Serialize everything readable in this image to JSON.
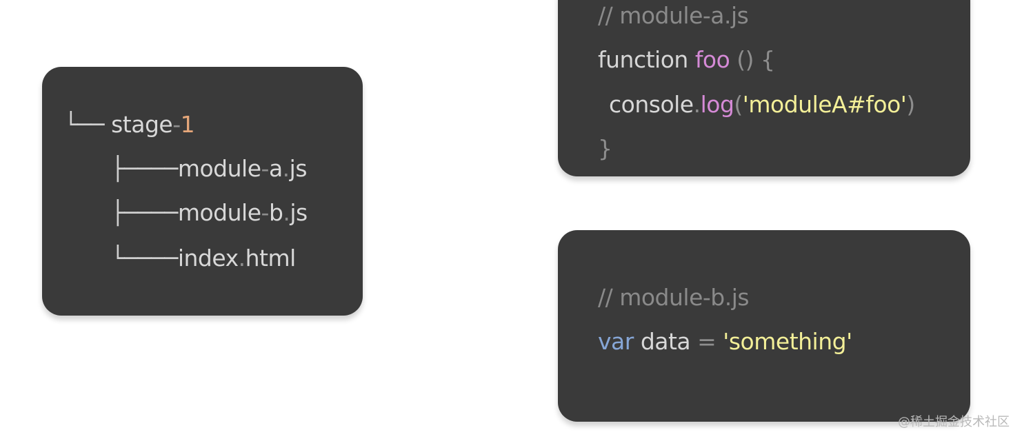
{
  "tree": {
    "root": {
      "branch": "└── ",
      "name": "stage",
      "sep": "-",
      "num": "1"
    },
    "items": [
      {
        "branch": "├────",
        "base": "module",
        "sep": "-",
        "rest": "a",
        "dot": ".",
        "ext": "js"
      },
      {
        "branch": "├────",
        "base": "module",
        "sep": "-",
        "rest": "b",
        "dot": ".",
        "ext": "js"
      },
      {
        "branch": "└────",
        "base": "index",
        "sep": "",
        "rest": "",
        "dot": ".",
        "ext": "html"
      }
    ]
  },
  "code_a": {
    "comment": "// module-a.js",
    "kw_function": "function",
    "fn_name": "foo",
    "fn_rest": " () {",
    "indent_obj": "console",
    "dot": ".",
    "method": "log",
    "paren_open": "(",
    "string": "'moduleA#foo'",
    "paren_close": ")",
    "close_brace": "}"
  },
  "code_b": {
    "comment": "// module-b.js",
    "kw_var": "var",
    "var_name": " data ",
    "eq": "=",
    "string": "'something'"
  },
  "watermark": "@稀土掘金技术社区"
}
